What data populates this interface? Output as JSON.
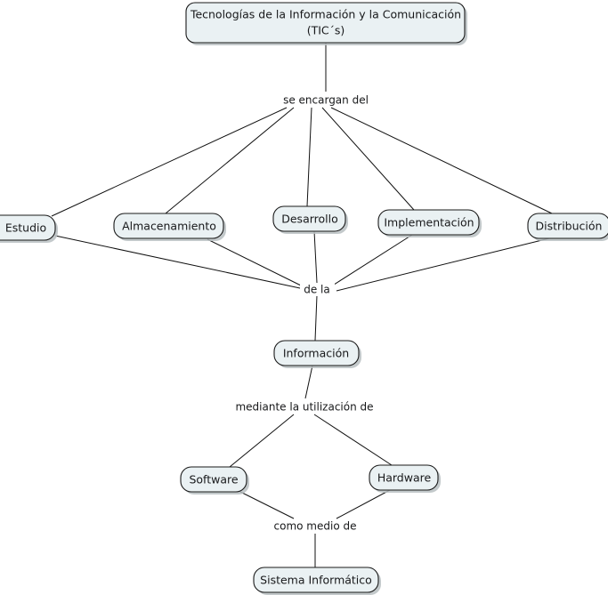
{
  "document": {
    "type": "concept-map",
    "language": "es",
    "background_color": "#ffffff",
    "node_fill_color": "#eaf1f3",
    "node_border_color": "#1a1a1a",
    "edge_color": "#111111",
    "text_color": "#17181a"
  },
  "nodes": {
    "root": {
      "id": "tics",
      "line1": "Tecnologías de la Información y la Comunicación",
      "line2": "(TIC´s)"
    },
    "estudio": {
      "label": "Estudio"
    },
    "almacenamiento": {
      "label": "Almacenamiento"
    },
    "desarrollo": {
      "label": "Desarrollo"
    },
    "implementacion": {
      "label": "Implementación"
    },
    "distribucion": {
      "label": "Distribución"
    },
    "informacion": {
      "label": "Información"
    },
    "software": {
      "label": "Software"
    },
    "hardware": {
      "label": "Hardware"
    },
    "sistema": {
      "label": "Sistema Informático"
    }
  },
  "link_labels": {
    "se_encargan_del": "se encargan del",
    "de_la": "de la",
    "mediante": "mediante la utilización de",
    "como_medio_de": "como medio de"
  },
  "chart_data": {
    "type": "diagram",
    "title": "Tecnologías de la Información y la Comunicación (TIC´s)",
    "nodes": [
      "Tecnologías de la Información y la Comunicación (TIC´s)",
      "Estudio",
      "Almacenamiento",
      "Desarrollo",
      "Implementación",
      "Distribución",
      "Información",
      "Software",
      "Hardware",
      "Sistema Informático"
    ],
    "edges": [
      {
        "from": "Tecnologías de la Información y la Comunicación (TIC´s)",
        "label": "se encargan del",
        "to": "Estudio"
      },
      {
        "from": "Tecnologías de la Información y la Comunicación (TIC´s)",
        "label": "se encargan del",
        "to": "Almacenamiento"
      },
      {
        "from": "Tecnologías de la Información y la Comunicación (TIC´s)",
        "label": "se encargan del",
        "to": "Desarrollo"
      },
      {
        "from": "Tecnologías de la Información y la Comunicación (TIC´s)",
        "label": "se encargan del",
        "to": "Implementación"
      },
      {
        "from": "Tecnologías de la Información y la Comunicación (TIC´s)",
        "label": "se encargan del",
        "to": "Distribución"
      },
      {
        "from": "Estudio",
        "label": "de la",
        "to": "Información"
      },
      {
        "from": "Almacenamiento",
        "label": "de la",
        "to": "Información"
      },
      {
        "from": "Desarrollo",
        "label": "de la",
        "to": "Información"
      },
      {
        "from": "Implementación",
        "label": "de la",
        "to": "Información"
      },
      {
        "from": "Distribución",
        "label": "de la",
        "to": "Información"
      },
      {
        "from": "Información",
        "label": "mediante la utilización de",
        "to": "Software"
      },
      {
        "from": "Información",
        "label": "mediante la utilización de",
        "to": "Hardware"
      },
      {
        "from": "Software",
        "label": "como medio de",
        "to": "Sistema Informático"
      },
      {
        "from": "Hardware",
        "label": "como medio de",
        "to": "Sistema Informático"
      }
    ]
  }
}
